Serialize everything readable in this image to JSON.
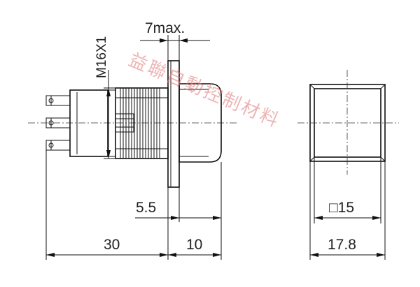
{
  "dimensions": {
    "thread": "M16X1",
    "panel_max": "7max.",
    "bezel_offset": "5.5",
    "body_length": "30",
    "bezel_length": "10",
    "square_size": "□15",
    "front_width": "17.8"
  },
  "watermark": "益聯自動控制材料",
  "colors": {
    "line": "#111111",
    "watermark": "#e07a7a"
  }
}
